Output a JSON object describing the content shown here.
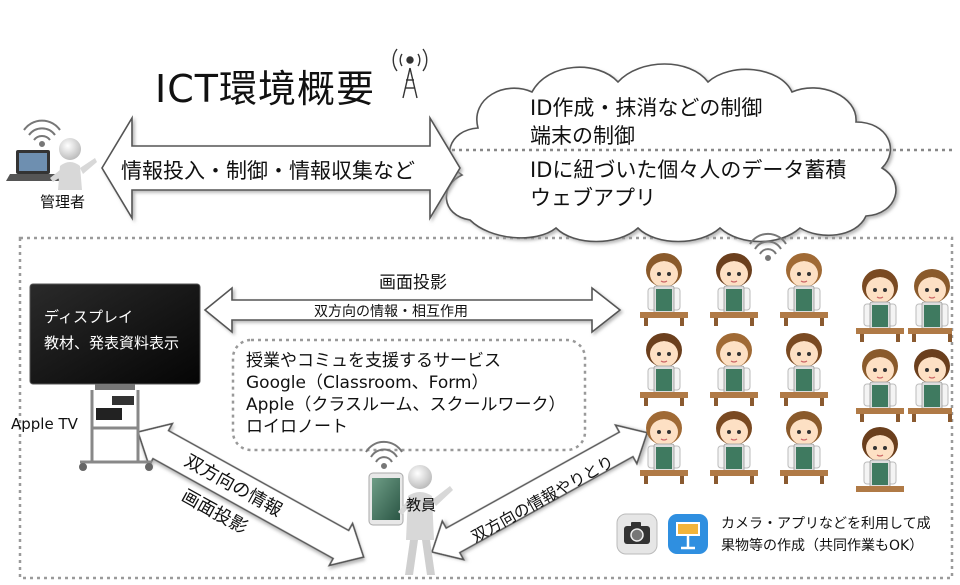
{
  "title": "ICT環境概要",
  "admin": {
    "label": "管理者"
  },
  "main_arrow": {
    "label": "情報投入・制御・情報収集など"
  },
  "cloud": {
    "upper_lines": [
      "ID作成・抹消などの制御",
      "端末の制御"
    ],
    "lower_lines": [
      "IDに紐づいた個々人のデータ蓄積",
      "ウェブアプリ"
    ]
  },
  "display": {
    "screen_lines": [
      "ディスプレイ",
      "教材、発表資料表示"
    ],
    "apple_tv_label": "Apple TV"
  },
  "projection_arrow": {
    "top_label": "画面投影",
    "inner_label": "双方向の情報・相互作用"
  },
  "services_box": {
    "lines": [
      "授業やコミュを支援するサービス",
      "Google（Classroom、Form）",
      "Apple（クラスルーム、スクールワーク）",
      "ロイロノート"
    ]
  },
  "teacher": {
    "label": "教員"
  },
  "left_diag_arrow": {
    "line1": "双方向の情報",
    "line2": "画面投影"
  },
  "right_diag_arrow": {
    "label": "双方向の情報やりとり"
  },
  "camera_note": {
    "lines": [
      "カメラ・アプリなどを利用して成",
      "果物等の作成（共同作業もOK）"
    ]
  },
  "icons": [
    "antenna-icon",
    "wifi-icon",
    "laptop-icon",
    "person-icon",
    "camera-app-icon",
    "keynote-app-icon",
    "ipad-icon",
    "student-icon"
  ],
  "colors": {
    "arrow_fill": "#ffffff",
    "arrow_stroke": "#555555",
    "screen": "#111111",
    "ipad_screen": "#3a6a5a",
    "keynote_blue": "#2f8fe0"
  }
}
